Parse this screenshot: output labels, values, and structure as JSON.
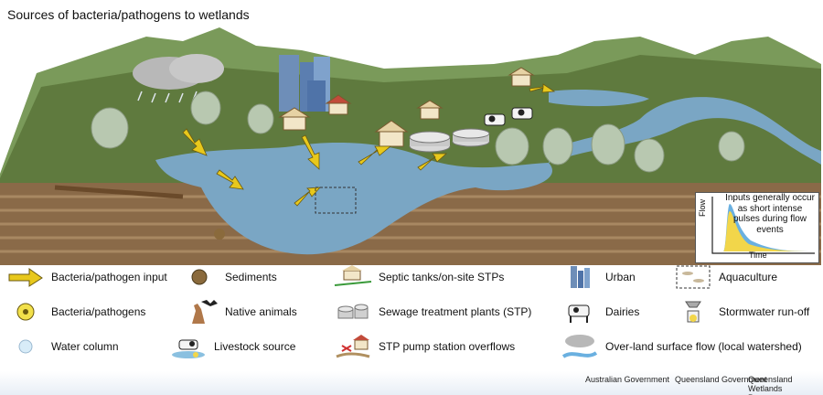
{
  "title": "Sources of bacteria/pathogens to wetlands",
  "inset": {
    "text": "Inputs generally occur as short intense pulses during flow events",
    "ylabel": "Flow",
    "xlabel": "Time"
  },
  "legend": [
    {
      "label": "Bacteria/pathogen input",
      "icon": "yellow-arrow-icon"
    },
    {
      "label": "Sediments",
      "icon": "sediment-ball-icon"
    },
    {
      "label": "Septic tanks/on-site STPs",
      "icon": "septic-house-icon"
    },
    {
      "label": "Urban",
      "icon": "city-buildings-icon"
    },
    {
      "label": "Aquaculture",
      "icon": "fish-pond-icon"
    },
    {
      "label": "Bacteria/pathogens",
      "icon": "biohazard-icon"
    },
    {
      "label": "Native animals",
      "icon": "kangaroo-bat-icon"
    },
    {
      "label": "Sewage treatment plants (STP)",
      "icon": "treatment-tanks-icon"
    },
    {
      "label": "Dairies",
      "icon": "cow-icon"
    },
    {
      "label": "Stormwater run-off",
      "icon": "storm-drain-icon"
    },
    {
      "label": "Water column",
      "icon": "water-drop-icon"
    },
    {
      "label": "Livestock source",
      "icon": "livestock-puddle-icon"
    },
    {
      "label": "STP pump station overflows",
      "icon": "pump-overflow-icon"
    },
    {
      "label": "Over-land surface flow (local watershed)",
      "icon": "rain-cloud-icon"
    }
  ],
  "logos": [
    {
      "label": "Australian Government"
    },
    {
      "label": "Queensland Government"
    },
    {
      "label": "Queensland Wetlands Programme"
    }
  ]
}
